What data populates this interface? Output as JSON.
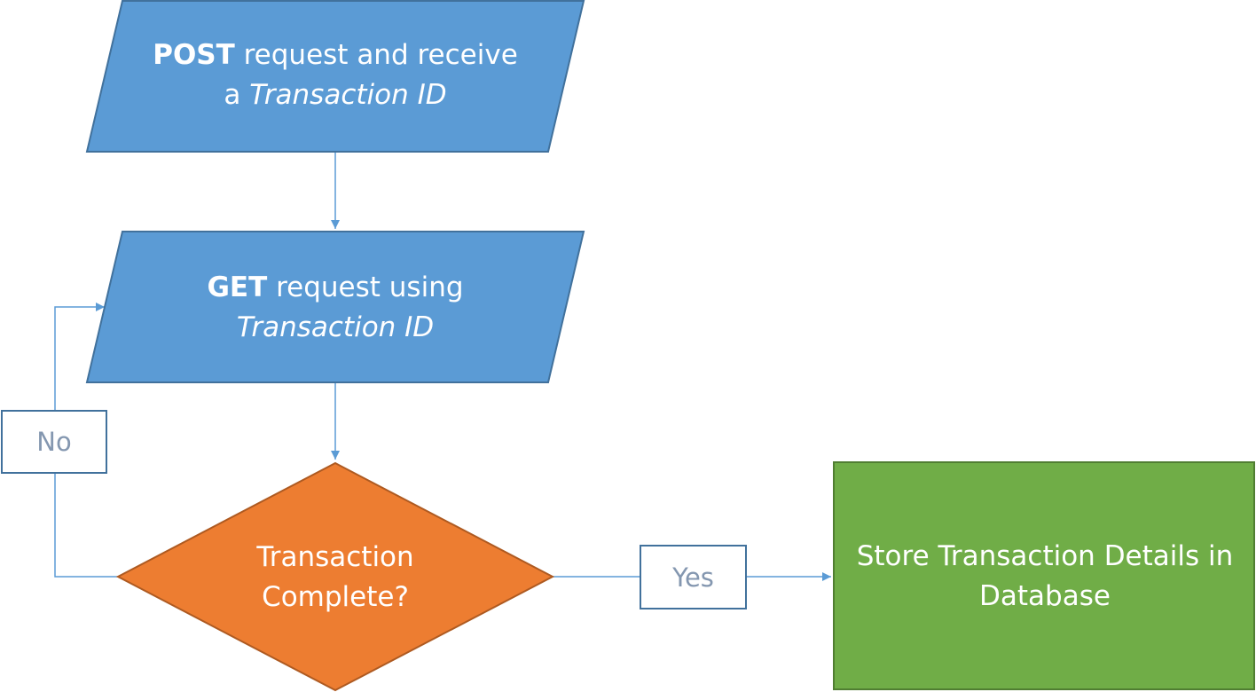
{
  "nodes": {
    "post": {
      "bold": "POST",
      "text": " request and receive",
      "line2_prefix": "a ",
      "italic": "Transaction ID"
    },
    "get": {
      "bold": "GET",
      "text": " request using",
      "italic": "Transaction ID"
    },
    "decision": {
      "line1": "Transaction",
      "line2": "Complete?"
    },
    "store": {
      "line1": "Store Transaction Details in",
      "line2": "Database"
    }
  },
  "edges": {
    "no_label": "No",
    "yes_label": "Yes"
  },
  "colors": {
    "io_fill": "#5b9bd5",
    "io_stroke": "#41719c",
    "decision_fill": "#ed7d31",
    "decision_stroke": "#ae5a21",
    "process_fill": "#70ad47",
    "process_stroke": "#507e32",
    "connector": "#5b9bd5"
  }
}
